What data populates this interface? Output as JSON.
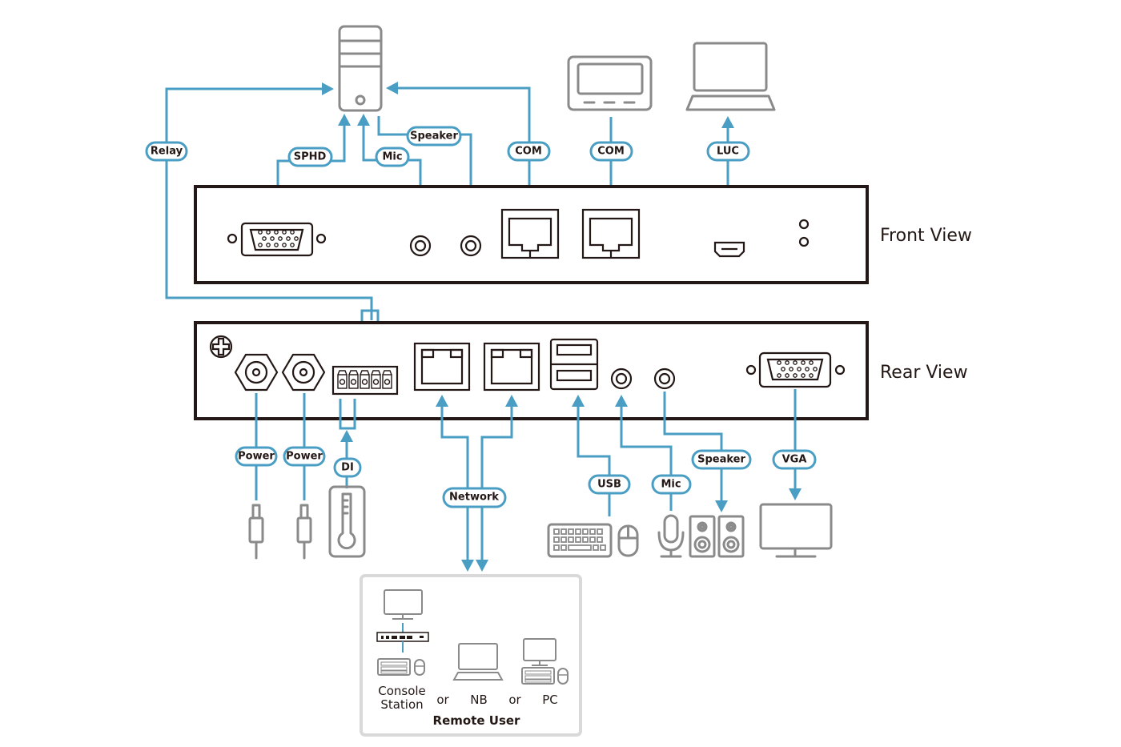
{
  "views": {
    "front": "Front View",
    "rear": "Rear View"
  },
  "labels": {
    "relay": "Relay",
    "sphd": "SPHD",
    "mic_top": "Mic",
    "speaker_top": "Speaker",
    "com_server": "COM",
    "com_panel": "COM",
    "luc": "LUC",
    "power1": "Power",
    "power2": "Power",
    "di": "DI",
    "network": "Network",
    "usb": "USB",
    "mic_bottom": "Mic",
    "speaker_bottom": "Speaker",
    "vga": "VGA"
  },
  "remote_user": {
    "title": "Remote User",
    "console_line1": "Console",
    "console_line2": "Station",
    "or1": "or",
    "nb": "NB",
    "or2": "or",
    "pc": "PC"
  },
  "colors": {
    "wire": "#4a9ec4",
    "device_outline": "#231815",
    "peripheral": "#8a8a8a",
    "panel_border": "#d9d9d9"
  }
}
